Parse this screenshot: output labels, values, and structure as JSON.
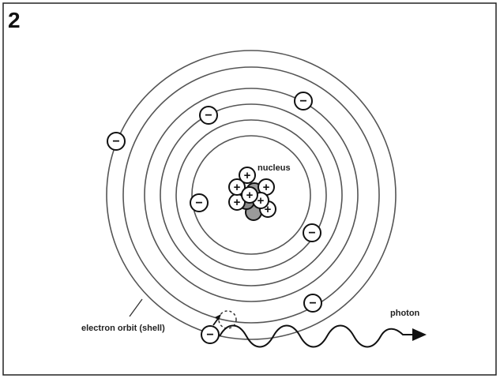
{
  "figure": {
    "number": "2"
  },
  "labels": {
    "nucleus": "nucleus",
    "orbit": "electron orbit (shell)",
    "photon": "photon"
  },
  "symbols": {
    "electron": "−",
    "proton": "+"
  },
  "colors": {
    "line": "#222222",
    "ring": "#555555",
    "particle_fill": "#ffffff",
    "neutron_fill": "#8a8a8a"
  }
}
